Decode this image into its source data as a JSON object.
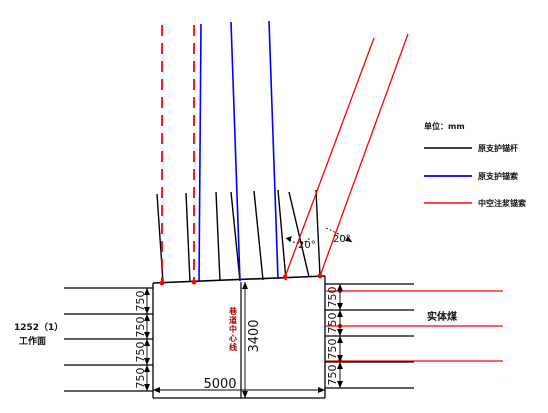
{
  "legend": {
    "unit": "单位：mm",
    "items": [
      {
        "label": "原支护锚杆",
        "color": "#000000"
      },
      {
        "label": "原支护锚索",
        "color": "#0000ff"
      },
      {
        "label": "中空注浆锚索",
        "color": "#ff0000"
      }
    ]
  },
  "labels": {
    "working_face": [
      "1252（1）",
      "工作面"
    ],
    "solid_coal": "实体煤",
    "roadway_center": "巷道中心线",
    "width": "5000",
    "height": "3400",
    "angle_1": "20°",
    "angle_2": "20°"
  },
  "left_spacings": [
    "750",
    "750",
    "750",
    "750"
  ],
  "right_spacings": [
    "750",
    "750",
    "750",
    "750"
  ],
  "colors": {
    "bolt": "#000000",
    "cable": "#0000ff",
    "grout_cable": "#ff0000"
  }
}
